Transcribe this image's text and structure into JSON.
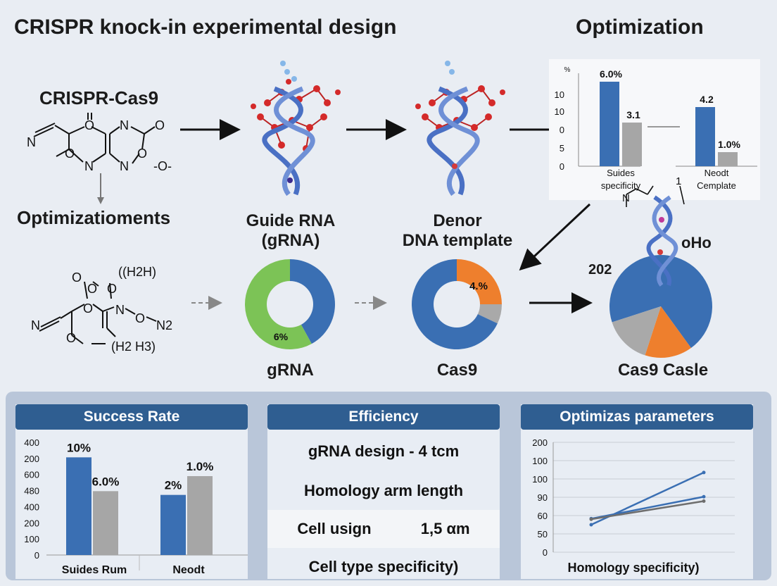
{
  "header": {
    "title": "CRISPR knock-in experimental design",
    "optimization_title": "Optimization"
  },
  "left_molecules": {
    "top_label": "CRISPR-Cas9",
    "top_atoms": [
      "O",
      "N",
      "O",
      "N",
      "O",
      "N",
      "N",
      "O",
      "-O-"
    ],
    "side_label": "Optimizatioments",
    "bottom_atoms": [
      "O",
      "O",
      "O",
      "((H2H)",
      "N",
      "O",
      "N",
      "N2",
      "O",
      "O",
      "(H2 H3)"
    ]
  },
  "flow": {
    "guide_label_1": "Guide RNA",
    "guide_label_2": "(gRNA)",
    "donor_label_1": "Denor",
    "donor_label_2": "DNA template",
    "oHo_label": "oHo",
    "n_label": "N",
    "one_label": "1"
  },
  "top_chart": {
    "type": "bar",
    "unit_label": "%",
    "yticks": [
      "0",
      "5",
      "0",
      "10",
      "10"
    ],
    "groups": [
      {
        "label_1": "Suides",
        "label_2": "specificity",
        "values": [
          6.0,
          3.1
        ],
        "value_labels": [
          "6.0%",
          "3.1"
        ]
      },
      {
        "label_1": "Neodt",
        "label_2": "Cemplate",
        "values": [
          4.2,
          1.0
        ],
        "value_labels": [
          "4.2",
          "1.0%"
        ]
      }
    ],
    "series_colors": [
      "#3a6fb3",
      "#a6a6a6"
    ]
  },
  "donuts": [
    {
      "label": "gRNA",
      "value_label": "6%",
      "slices": [
        {
          "value": 42,
          "color": "#3a6fb3"
        },
        {
          "value": 58,
          "color": "#7cc356"
        }
      ]
    },
    {
      "label": "Cas9",
      "value_label": "4.%",
      "slices": [
        {
          "value": 25,
          "color": "#ee7f2d"
        },
        {
          "value": 7,
          "color": "#a9a9a9"
        },
        {
          "value": 68,
          "color": "#3a6fb3"
        }
      ]
    }
  ],
  "big_pie": {
    "label": "Cas9 Casle",
    "value_label": "202",
    "slices": [
      {
        "value": 70,
        "color": "#3a6fb3"
      },
      {
        "value": 15,
        "color": "#ee7f2d"
      },
      {
        "value": 15,
        "color": "#a9a9a9"
      }
    ]
  },
  "success_rate": {
    "title": "Success Rate",
    "yticks": [
      "400",
      "200",
      "600",
      "480",
      "400",
      "200",
      "100",
      "0"
    ],
    "groups": [
      {
        "label": "Suides Rum",
        "values": [
          260,
          170
        ],
        "value_labels": [
          "10%",
          "6.0%"
        ]
      },
      {
        "label": "Neodt",
        "values": [
          160,
          210
        ],
        "value_labels": [
          "2%",
          "1.0%"
        ]
      }
    ]
  },
  "efficiency": {
    "title": "Efficiency",
    "rows": [
      "gRNA design - 4 tcm",
      "Homology arm length",
      "Cell usign",
      "Cell type specificity)"
    ],
    "row3_value": "1,5 αm"
  },
  "optimizas": {
    "title": "Optimizas parameters",
    "yticks": [
      "200",
      "100",
      "100",
      "90",
      "60",
      "50",
      "0"
    ],
    "xlabel": "Homology specificity)",
    "series": [
      {
        "color": "#3a6fb3",
        "points": [
          [
            0,
            50
          ],
          [
            1,
            145
          ]
        ]
      },
      {
        "color": "#3a6fb3",
        "points": [
          [
            0,
            61
          ],
          [
            1,
            101
          ]
        ]
      },
      {
        "color": "#6e6e6e",
        "points": [
          [
            0,
            60
          ],
          [
            1,
            93
          ]
        ]
      }
    ]
  }
}
